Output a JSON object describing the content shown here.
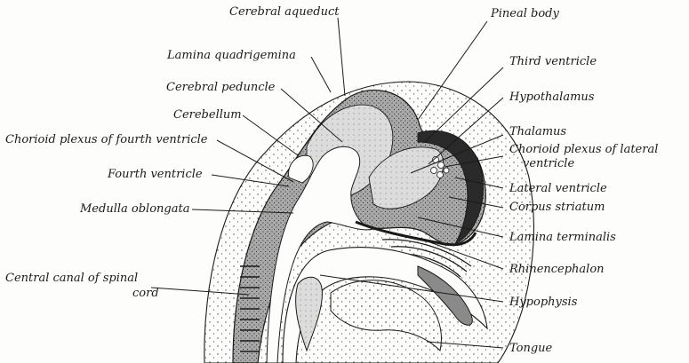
{
  "labels": {
    "cerebral_aqueduct": "Cerebral aqueduct",
    "pineal_body": "Pineal body",
    "lamina_quadrigemina": "Lamina quadrigemina",
    "third_ventricle": "Third ventricle",
    "cerebral_peduncle": "Cerebral peduncle",
    "hypothalamus": "Hypothalamus",
    "cerebellum": "Cerebellum",
    "thalamus": "Thalamus",
    "chorioid_plexus_fourth": "Chorioid plexus of fourth ventricle",
    "chorioid_plexus_lateral_1": "Chorioid  plexus  of  lateral",
    "chorioid_plexus_lateral_2": "ventricle",
    "fourth_ventricle": "Fourth ventricle",
    "lateral_ventricle": "Lateral ventricle",
    "medulla_oblongata": "Medulla oblongata",
    "corpus_striatum": "Corpus striatum",
    "lamina_terminalis": "Lamina terminalis",
    "rhinencephalon": "Rhinencephalon",
    "central_canal_1": "Central canal of spinal",
    "central_canal_2": "cord",
    "hypophysis": "Hypophysis",
    "tongue": "Tongue"
  },
  "colors": {
    "ink": "#1a1a1a",
    "dark_gray": "#6e6e6e",
    "mid_gray": "#b5b5b5",
    "light_gray": "#ececec",
    "paper": "#fdfdfb"
  }
}
